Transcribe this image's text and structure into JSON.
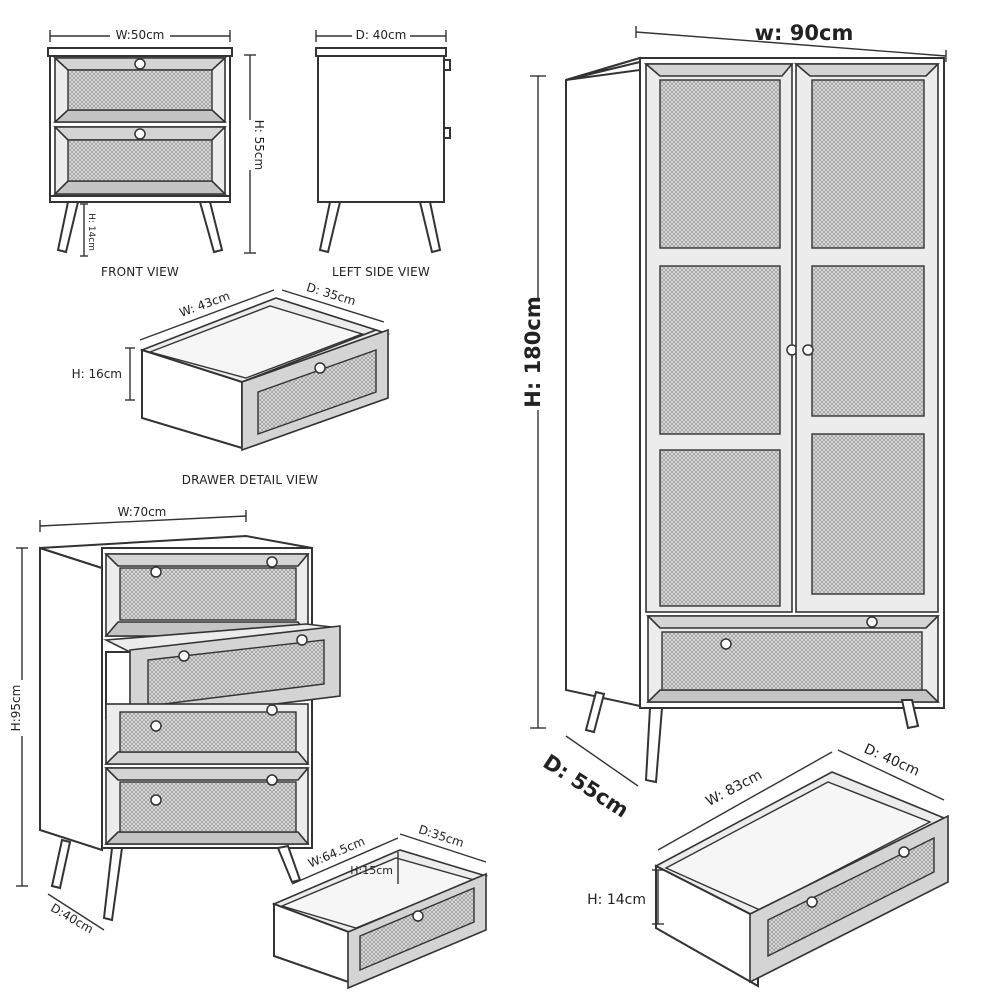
{
  "bedside": {
    "width": "W:50cm",
    "depth": "D: 40cm",
    "height": "H: 55cm",
    "leg_height": "H: 14cm",
    "front_caption": "FRONT VIEW",
    "side_caption": "LEFT SIDE VIEW",
    "drawer_width": "W: 43cm",
    "drawer_depth": "D: 35cm",
    "drawer_height": "H: 16cm",
    "drawer_caption": "DRAWER DETAIL VIEW"
  },
  "chest": {
    "width": "W:70cm",
    "height": "H:95cm",
    "depth": "D:40cm",
    "drawer_width": "W:64.5cm",
    "drawer_depth": "D:35cm",
    "drawer_height": "H:15cm"
  },
  "wardrobe": {
    "width": "w: 90cm",
    "height": "H: 180cm",
    "depth": "D: 55cm",
    "drawer_width": "W: 83cm",
    "drawer_depth": "D: 40cm",
    "drawer_height": "H: 14cm"
  },
  "colors": {
    "line": "#333333",
    "rattan": "#c4c4c4",
    "panel": "#ececec",
    "background": "#ffffff"
  }
}
